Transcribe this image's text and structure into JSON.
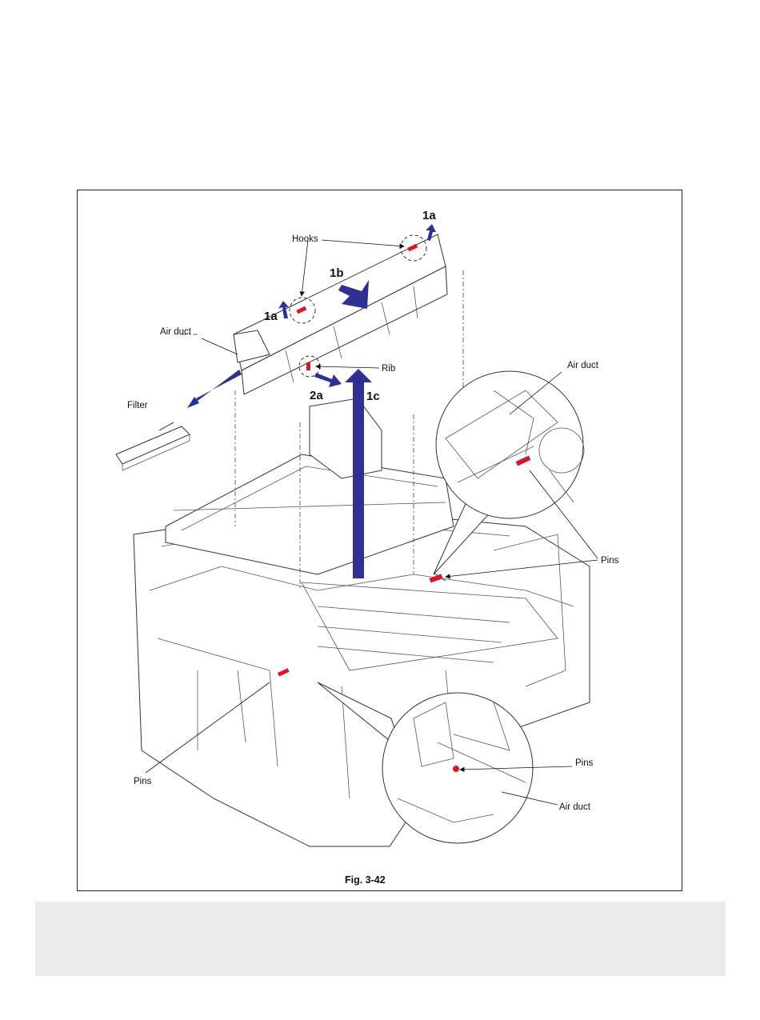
{
  "figure": {
    "caption": "Fig. 3-42",
    "labels": {
      "hooks": "Hooks",
      "air_duct_top": "Air duct",
      "rib": "Rib",
      "filter": "Filter",
      "air_duct_inset_top": "Air duct",
      "pins_right": "Pins",
      "pins_left": "Pins",
      "pins_inset_bottom": "Pins",
      "air_duct_inset_bottom": "Air duct"
    },
    "steps": {
      "s1a_top": "1a",
      "s1a_left": "1a",
      "s1b": "1b",
      "s1c": "1c",
      "s2a": "2a"
    },
    "colors": {
      "arrow": "#2e3192",
      "highlight": "#d8182a",
      "frame": "#222222",
      "bottom_panel": "#ececec"
    }
  }
}
